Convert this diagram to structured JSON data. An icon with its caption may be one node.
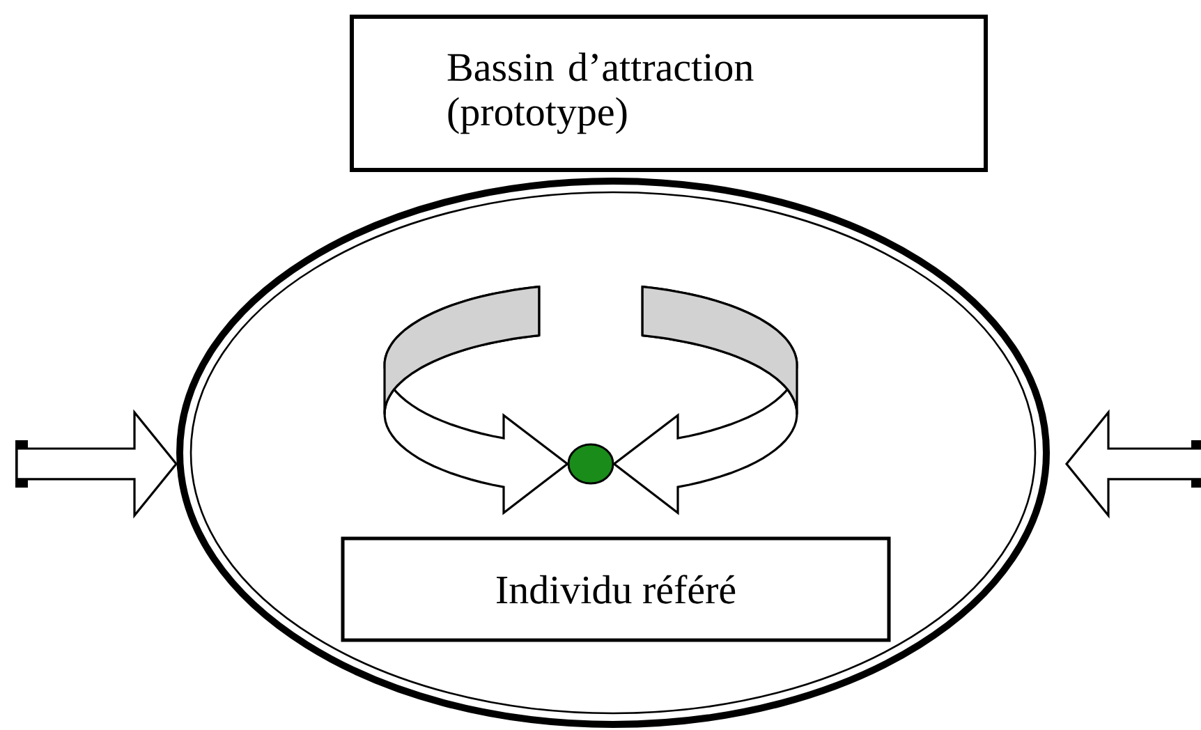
{
  "diagram": {
    "nodes": [
      {
        "text": [
          "Bassin d’attraction (prototype)"
        ]
      },
      {
        "text": [],
        "shape": "ellipse"
      },
      {
        "text": [],
        "shape": "circle",
        "in": 1
      },
      {
        "text": [
          "Individu référé"
        ],
        "in": 1
      }
    ],
    "edges": [
      {
        "from": null,
        "to": 1,
        "arrow": "to"
      },
      {
        "from": null,
        "to": 1,
        "arrow": "to"
      },
      {
        "from": null,
        "to": 2,
        "arrow": "to"
      },
      {
        "from": null,
        "to": 2,
        "arrow": "to"
      }
    ]
  }
}
